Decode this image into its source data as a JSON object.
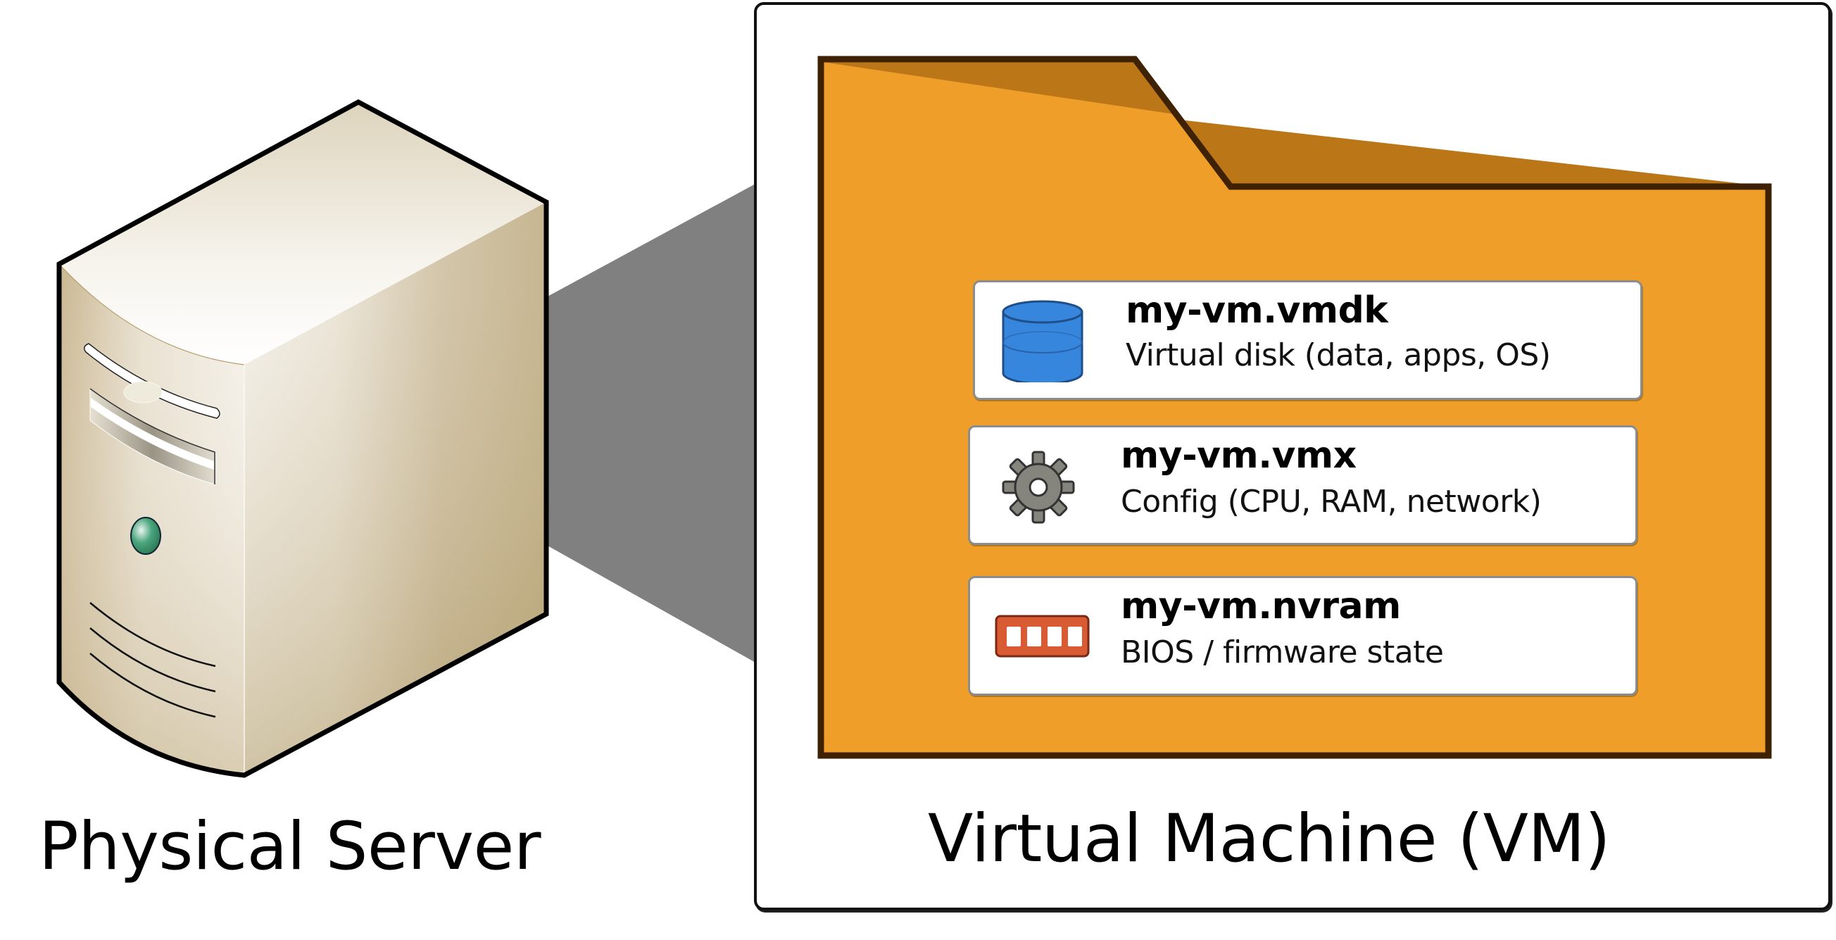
{
  "diagram": {
    "physical_server": {
      "label": "Physical Server",
      "icon": "server-tower-icon"
    },
    "virtual_machine": {
      "label": "Virtual Machine (VM)",
      "container_icon": "folder-icon",
      "files": [
        {
          "name": "my-vm.vmdk",
          "description": "Virtual disk (data, apps, OS)",
          "icon": "disk-cylinder-icon",
          "icon_color": "#3586DC"
        },
        {
          "name": "my-vm.vmx",
          "description": "Config (CPU, RAM, network)",
          "icon": "gear-icon",
          "icon_color": "#85857D"
        },
        {
          "name": "my-vm.nvram",
          "description": "BIOS / firmware state",
          "icon": "memory-chip-icon",
          "icon_color": "#D95B33"
        }
      ]
    },
    "colors": {
      "folder": "#EE9E29",
      "folder_tab": "#BB7618",
      "folder_outline": "#3F2203",
      "projection_beam": "#808080",
      "server_body": "#C8B690",
      "server_led": "#3C9A6E"
    }
  }
}
